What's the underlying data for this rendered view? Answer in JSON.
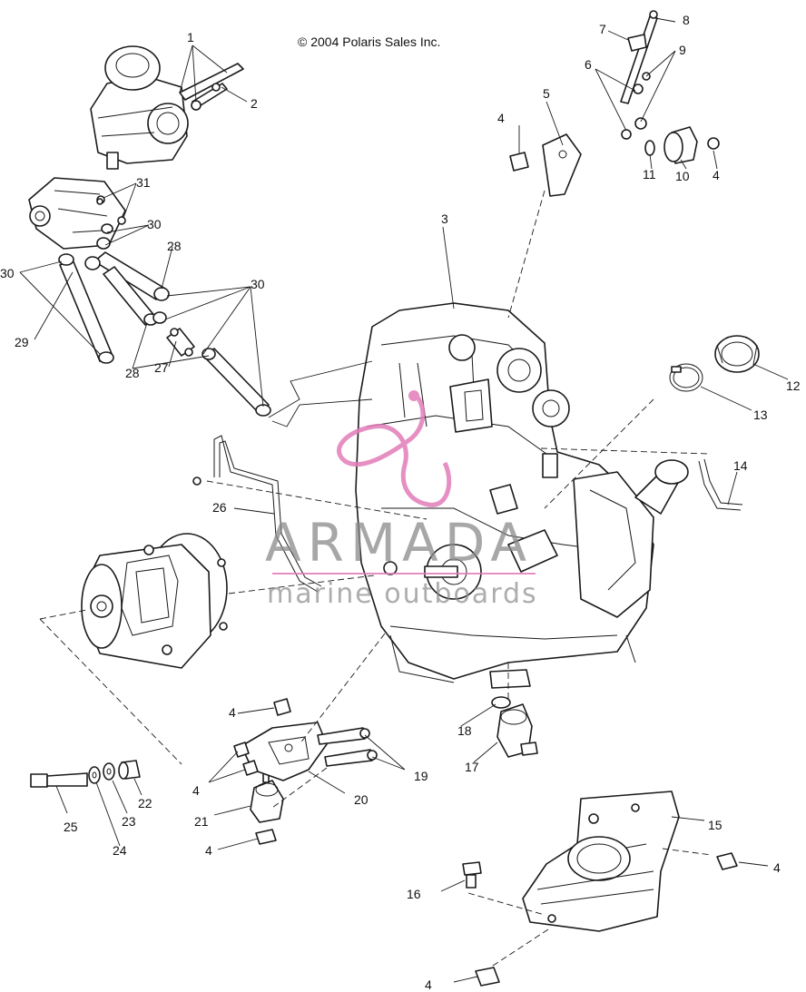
{
  "copyright": "© 2004 Polaris Sales Inc.",
  "watermark": {
    "name": "ARMADA",
    "tagline": "marine outboards",
    "accent_color": "#e27cb8",
    "text_color": "#8a8a8a"
  },
  "callouts": {
    "c1": "1",
    "c2": "2",
    "c3": "3",
    "c4a": "4",
    "c4b": "4",
    "c4c": "4",
    "c4d": "4",
    "c4e": "4",
    "c4f": "4",
    "c4g": "4",
    "c5": "5",
    "c6": "6",
    "c7": "7",
    "c8": "8",
    "c9": "9",
    "c10": "10",
    "c11": "11",
    "c12": "12",
    "c13": "13",
    "c14": "14",
    "c15": "15",
    "c16": "16",
    "c17": "17",
    "c18": "18",
    "c19": "19",
    "c20": "20",
    "c21": "21",
    "c22": "22",
    "c23": "23",
    "c24": "24",
    "c25": "25",
    "c26": "26",
    "c27": "27",
    "c28a": "28",
    "c28b": "28",
    "c29": "29",
    "c30a": "30",
    "c30b": "30",
    "c30c": "30",
    "c31": "31"
  }
}
